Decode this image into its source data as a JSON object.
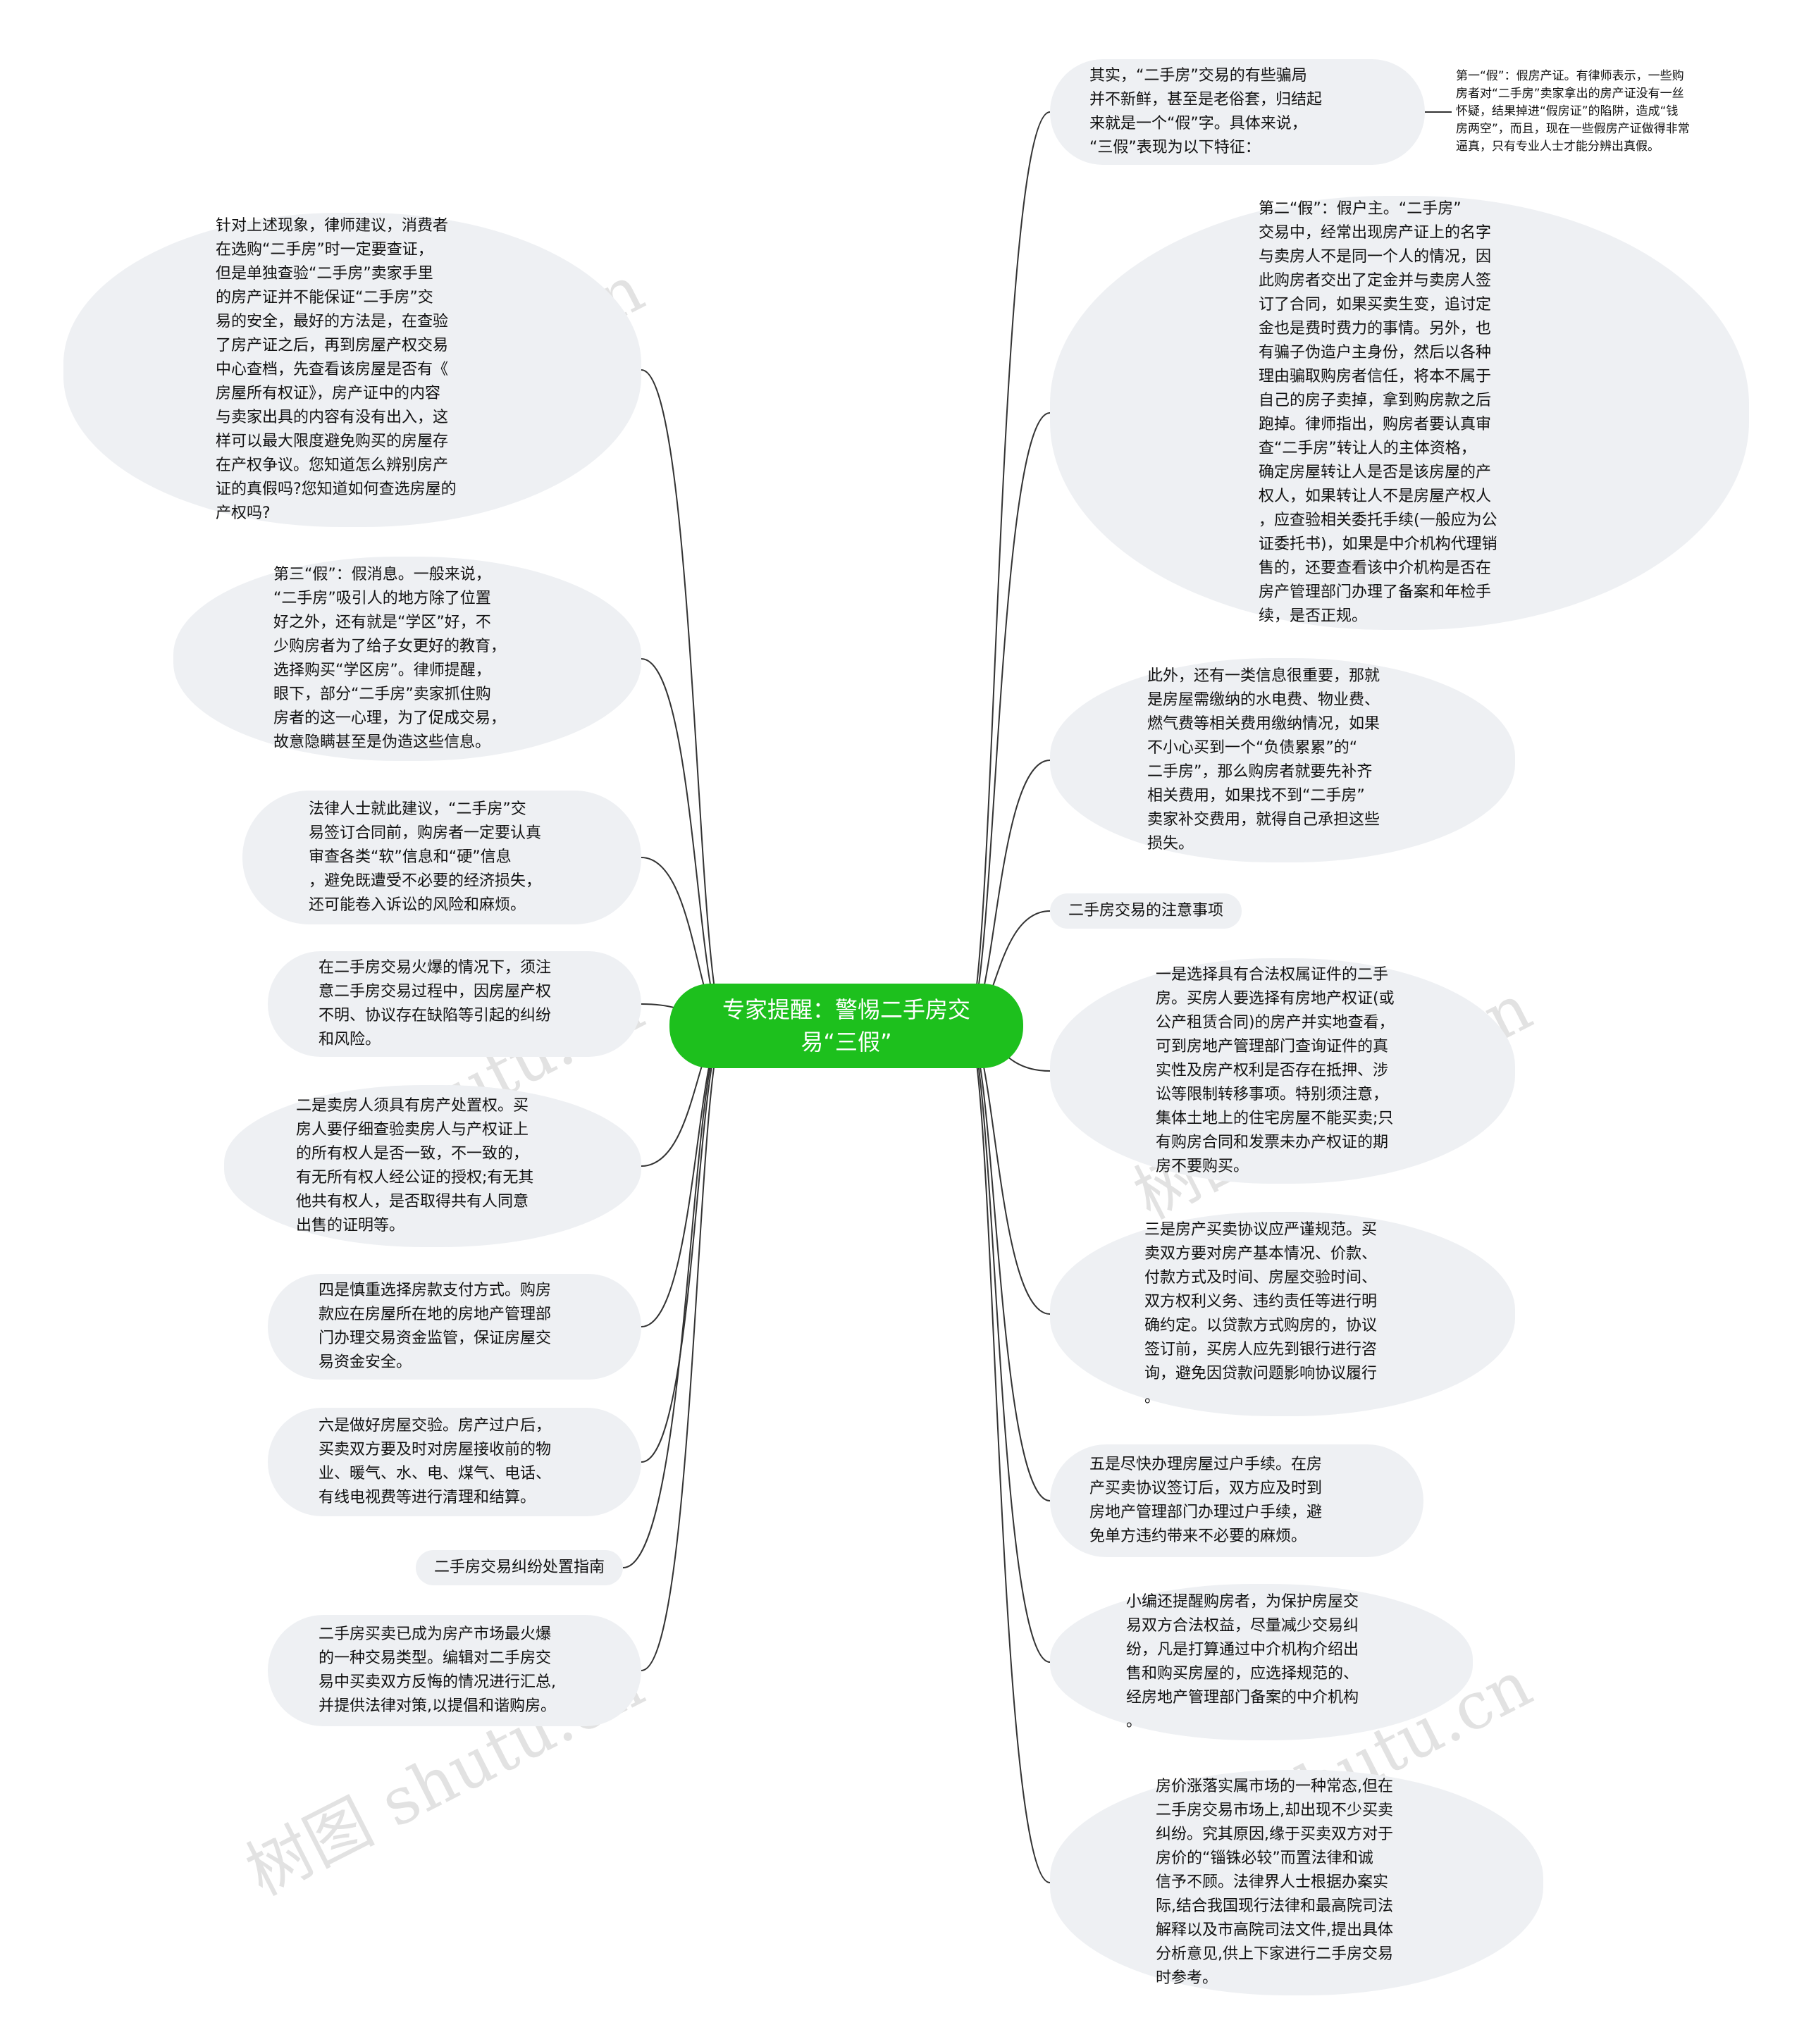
{
  "root": {
    "label": "专家提醒：警惕二手房交\n易“三假”"
  },
  "right_nodes": [
    {
      "id": "r1",
      "text": "其实，“二手房”交易的有些骗局\n并不新鲜，甚至是老俗套，归结起\n来就是一个“假”字。具体来说，\n“三假”表现为以下特征："
    },
    {
      "id": "r2",
      "text": "第二“假”：假户主。“二手房”\n交易中，经常出现房产证上的名字\n与卖房人不是同一个人的情况，因\n此购房者交出了定金并与卖房人签\n订了合同，如果买卖生变，追讨定\n金也是费时费力的事情。另外，也\n有骗子伪造户主身份，然后以各种\n理由骗取购房者信任，将本不属于\n自己的房子卖掉，拿到购房款之后\n跑掉。律师指出，购房者要认真审\n查“二手房”转让人的主体资格，\n确定房屋转让人是否是该房屋的产\n权人，如果转让人不是房屋产权人\n，应查验相关委托手续(一般应为公\n证委托书)，如果是中介机构代理销\n售的，还要查看该中介机构是否在\n房产管理部门办理了备案和年检手\n续，是否正规。"
    },
    {
      "id": "r3",
      "text": "此外，还有一类信息很重要，那就\n是房屋需缴纳的水电费、物业费、\n燃气费等相关费用缴纳情况，如果\n不小心买到一个“负债累累”的“\n二手房”，那么购房者就要先补齐\n相关费用，如果找不到“二手房”\n卖家补交费用，就得自己承担这些\n损失。"
    },
    {
      "id": "r4",
      "text": "二手房交易的注意事项"
    },
    {
      "id": "r5",
      "text": "一是选择具有合法权属证件的二手\n房。买房人要选择有房地产权证(或\n公产租赁合同)的房产并实地查看，\n可到房地产管理部门查询证件的真\n实性及房产权利是否存在抵押、涉\n讼等限制转移事项。特别须注意，\n集体土地上的住宅房屋不能买卖;只\n有购房合同和发票未办产权证的期\n房不要购买。"
    },
    {
      "id": "r6",
      "text": "三是房产买卖协议应严谨规范。买\n卖双方要对房产基本情况、价款、\n付款方式及时间、房屋交验时间、\n双方权利义务、违约责任等进行明\n确约定。以贷款方式购房的，协议\n签订前，买房人应先到银行进行咨\n询，避免因贷款问题影响协议履行\n。"
    },
    {
      "id": "r7",
      "text": "五是尽快办理房屋过户手续。在房\n产买卖协议签订后，双方应及时到\n房地产管理部门办理过户手续，避\n免单方违约带来不必要的麻烦。"
    },
    {
      "id": "r8",
      "text": "小编还提醒购房者，为保护房屋交\n易双方合法权益，尽量减少交易纠\n纷，凡是打算通过中介机构介绍出\n售和购买房屋的，应选择规范的、\n经房地产管理部门备案的中介机构\n。"
    },
    {
      "id": "r9",
      "text": "房价涨落实属市场的一种常态,但在\n二手房交易市场上,却出现不少买卖\n纠纷。究其原因,缘于买卖双方对于\n房价的“锱铢必较”而置法律和诚\n信予不顾。法律界人士根据办案实\n际,结合我国现行法律和最高院司法\n解释以及市高院司法文件,提出具体\n分析意见,供上下家进行二手房交易\n时参考。"
    }
  ],
  "left_nodes": [
    {
      "id": "l1",
      "text": "针对上述现象，律师建议，消费者\n在选购“二手房”时一定要查证，\n但是单独查验“二手房”卖家手里\n的房产证并不能保证“二手房”交\n易的安全，最好的方法是，在查验\n了房产证之后，再到房屋产权交易\n中心查档，先查看该房屋是否有《\n房屋所有权证》，房产证中的内容\n与卖家出具的内容有没有出入，这\n样可以最大限度避免购买的房屋存\n在产权争议。您知道怎么辨别房产\n证的真假吗?您知道如何查选房屋的\n产权吗?"
    },
    {
      "id": "l2",
      "text": "第三“假”：假消息。一般来说，\n“二手房”吸引人的地方除了位置\n好之外，还有就是“学区”好，不\n少购房者为了给子女更好的教育，\n选择购买“学区房”。律师提醒，\n眼下，部分“二手房”卖家抓住购\n房者的这一心理，为了促成交易，\n故意隐瞒甚至是伪造这些信息。"
    },
    {
      "id": "l3",
      "text": "法律人士就此建议，“二手房”交\n易签订合同前，购房者一定要认真\n审查各类“软”信息和“硬”信息\n，避免既遭受不必要的经济损失，\n还可能卷入诉讼的风险和麻烦。"
    },
    {
      "id": "l4",
      "text": "在二手房交易火爆的情况下，须注\n意二手房交易过程中，因房屋产权\n不明、协议存在缺陷等引起的纠纷\n和风险。"
    },
    {
      "id": "l5",
      "text": "二是卖房人须具有房产处置权。买\n房人要仔细查验卖房人与产权证上\n的所有权人是否一致，不一致的，\n有无所有权人经公证的授权;有无其\n他共有权人，是否取得共有人同意\n出售的证明等。"
    },
    {
      "id": "l6",
      "text": "四是慎重选择房款支付方式。购房\n款应在房屋所在地的房地产管理部\n门办理交易资金监管，保证房屋交\n易资金安全。"
    },
    {
      "id": "l7",
      "text": "六是做好房屋交验。房产过户后，\n买卖双方要及时对房屋接收前的物\n业、暖气、水、电、煤气、电话、\n有线电视费等进行清理和结算。"
    },
    {
      "id": "l8",
      "text": "二手房交易纠纷处置指南"
    },
    {
      "id": "l9",
      "text": "二手房买卖已成为房产市场最火爆\n的一种交易类型。编辑对二手房交\n易中买卖双方反悔的情况进行汇总,\n并提供法律对策,以提倡和谐购房。"
    }
  ],
  "sub_note": {
    "text": "第一“假”：假房产证。有律师表示，一些购\n房者对“二手房”卖家拿出的房产证没有一丝\n怀疑，结果掉进“假房证”的陷阱，造成“钱\n房两空”，而且，现在一些假房产证做得非常\n逼真，只有专业人士才能分辨出真假。"
  },
  "watermark": "树图 shutu.cn",
  "colors": {
    "root_fill": "#1dc01d",
    "node_fill": "#eef0f3",
    "line": "#333333"
  }
}
